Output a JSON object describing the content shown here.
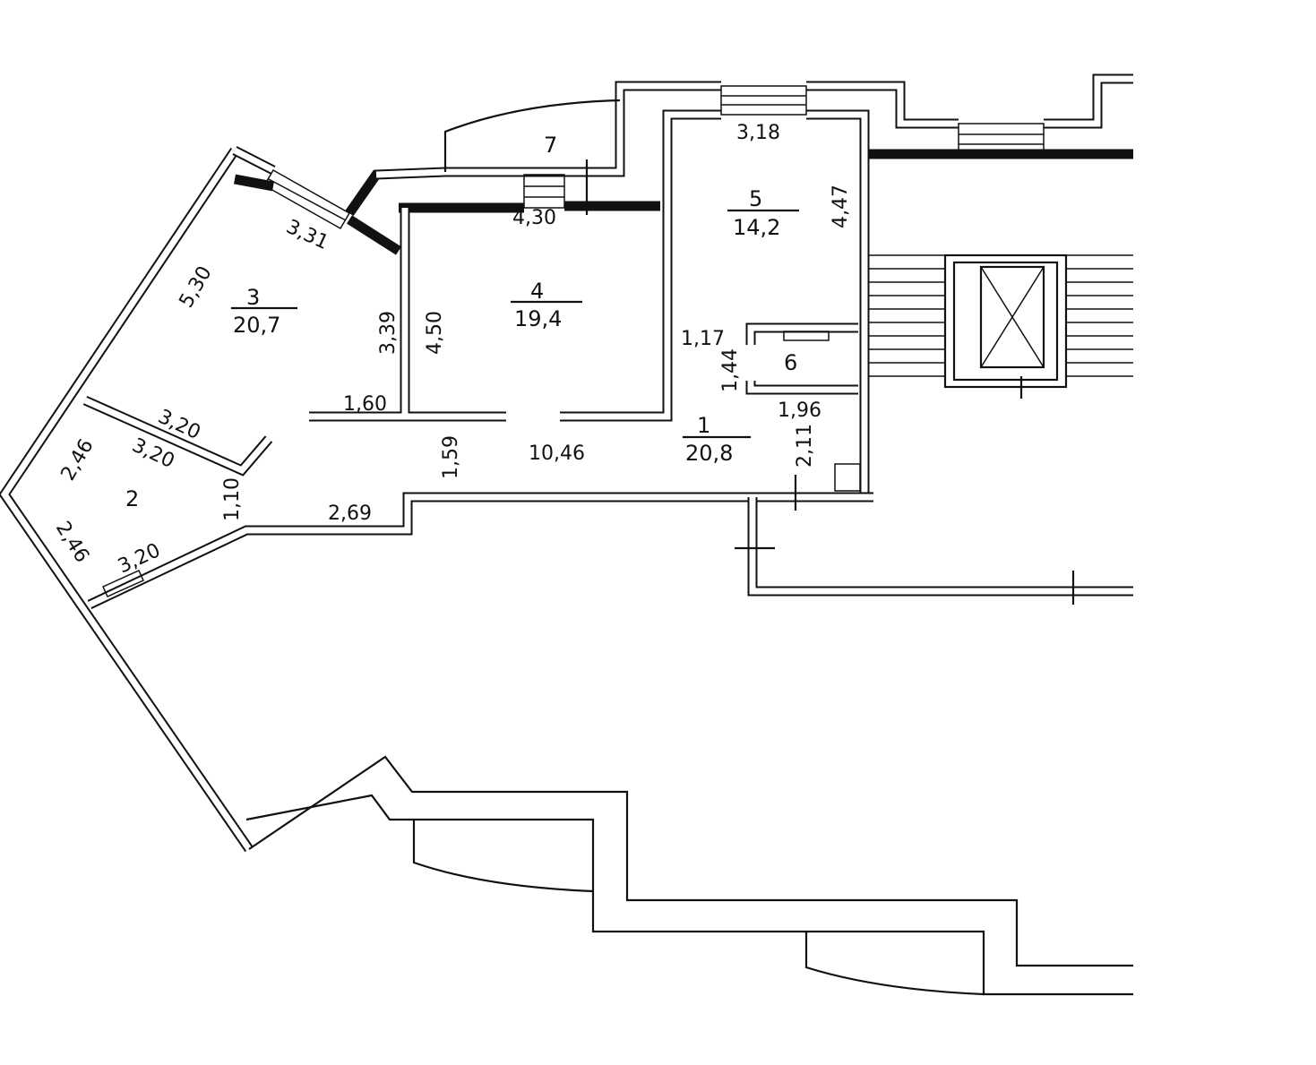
{
  "rooms": [
    {
      "number": "1",
      "area": "20,8"
    },
    {
      "number": "2"
    },
    {
      "number": "3",
      "area": "20,7"
    },
    {
      "number": "4",
      "area": "19,4"
    },
    {
      "number": "5",
      "area": "14,2"
    },
    {
      "number": "6"
    },
    {
      "number": "7"
    }
  ],
  "dimensions": {
    "r5_width": "3,18",
    "r5_length": "4,47",
    "r4_width": "4,30",
    "r4_length": "4,50",
    "r3_top": "3,31",
    "r3_side": "5,30",
    "r3_right": "3,39",
    "r3_bottom": "1,60",
    "r3_div": "3,20",
    "r2_top": "3,20",
    "r2_left": "2,46",
    "r2_left2": "2,46",
    "r2_bottom": "3,20",
    "r2_door": "1,10",
    "corr_len": "10,46",
    "corr_width": "1,59",
    "corr_bottom": "2,69",
    "r6_a": "1,17",
    "r6_b": "1,44",
    "r6_c": "1,96",
    "r1_w": "2,11"
  }
}
